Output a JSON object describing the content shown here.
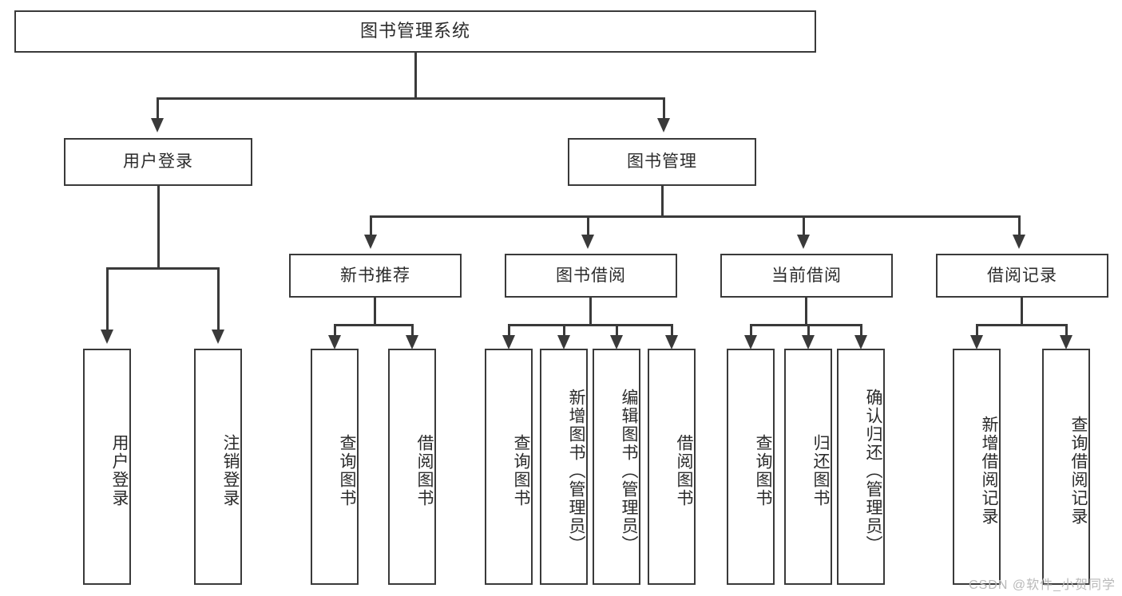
{
  "diagram": {
    "title": "图书管理系统",
    "watermark": "CSDN @软件_小贺同学",
    "colors": {
      "stroke": "#3a3a3a",
      "text": "#2b2b2b",
      "background": "#ffffff",
      "watermark": "#b9b9b9"
    },
    "root": {
      "label": "图书管理系统"
    },
    "level1": [
      {
        "label": "用户登录"
      },
      {
        "label": "图书管理"
      }
    ],
    "level2": [
      {
        "label": "新书推荐"
      },
      {
        "label": "图书借阅"
      },
      {
        "label": "当前借阅"
      },
      {
        "label": "借阅记录"
      }
    ],
    "leaves": {
      "user_login": [
        {
          "label": "用户登录"
        },
        {
          "label": "注销登录"
        }
      ],
      "new_book_recommend": [
        {
          "label": "查询图书"
        },
        {
          "label": "借阅图书"
        }
      ],
      "book_borrow": [
        {
          "label": "查询图书"
        },
        {
          "label": "新增图书（管理员）"
        },
        {
          "label": "编辑图书（管理员）"
        },
        {
          "label": "借阅图书"
        }
      ],
      "current_borrow": [
        {
          "label": "查询图书"
        },
        {
          "label": "归还图书"
        },
        {
          "label": "确认归还（管理员）"
        }
      ],
      "borrow_record": [
        {
          "label": "新增借阅记录"
        },
        {
          "label": "查询借阅记录"
        }
      ]
    }
  }
}
